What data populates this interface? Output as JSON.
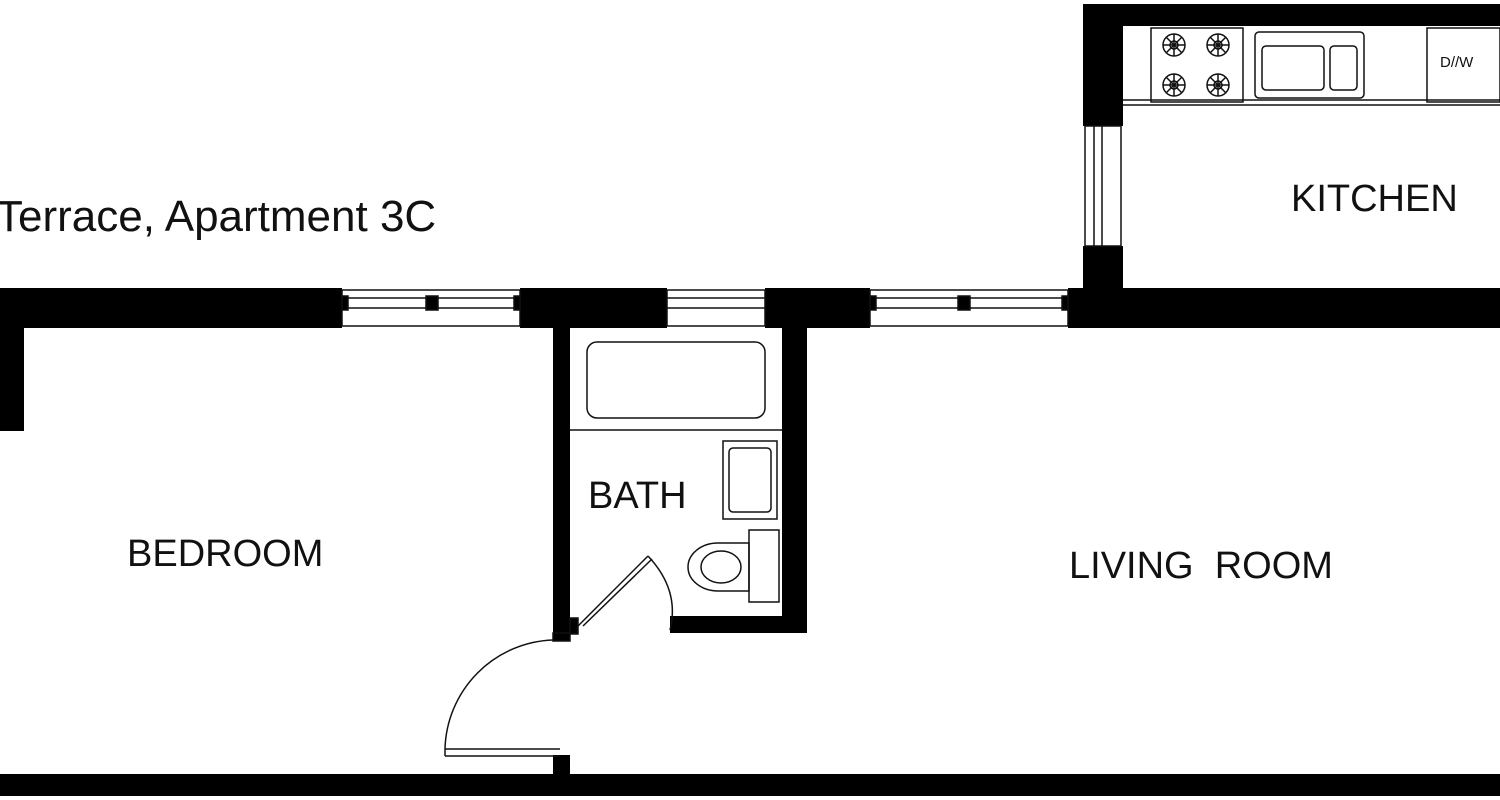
{
  "plan": {
    "title": "Terrace, Apartment 3C",
    "rooms": {
      "kitchen": "KITCHEN",
      "bath": "BATH",
      "bedroom": "BEDROOM",
      "living_room": "LIVING  ROOM"
    },
    "appliances": {
      "dishwasher": "D//W"
    },
    "colors": {
      "wall": "#000000",
      "line": "#111111",
      "background": "#ffffff"
    }
  }
}
